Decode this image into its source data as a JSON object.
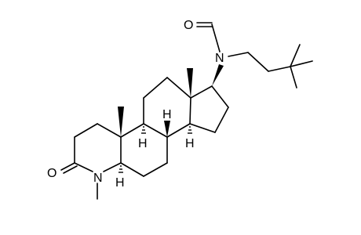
{
  "molecule": {
    "atom_labels": [
      {
        "id": "O1",
        "text": "O"
      },
      {
        "id": "N1",
        "text": "N"
      },
      {
        "id": "O2",
        "text": "O"
      },
      {
        "id": "N2",
        "text": "N"
      },
      {
        "id": "H1",
        "text": "H"
      },
      {
        "id": "H2",
        "text": "H"
      },
      {
        "id": "H3",
        "text": "H"
      },
      {
        "id": "H4",
        "text": "H"
      }
    ]
  }
}
